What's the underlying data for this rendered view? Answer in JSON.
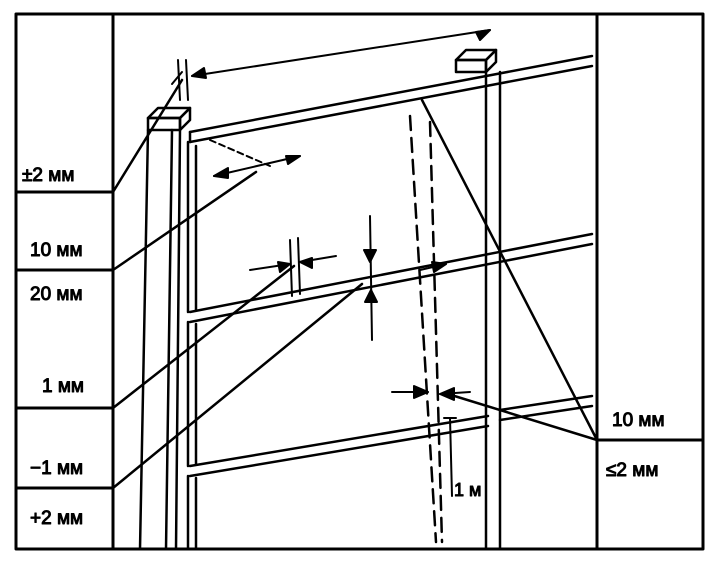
{
  "labels": {
    "left_pm2": "±2 мм",
    "left_10": "10 мм",
    "left_20": "20 мм",
    "left_1": "1 мм",
    "left_minus1": "−1 мм",
    "left_plus2": "+2 мм",
    "right_10": "10 мм",
    "right_le2": "≤2 мм",
    "plumb_1m": "1 м"
  },
  "colors": {
    "ink": "#000000",
    "paper": "#ffffff"
  }
}
